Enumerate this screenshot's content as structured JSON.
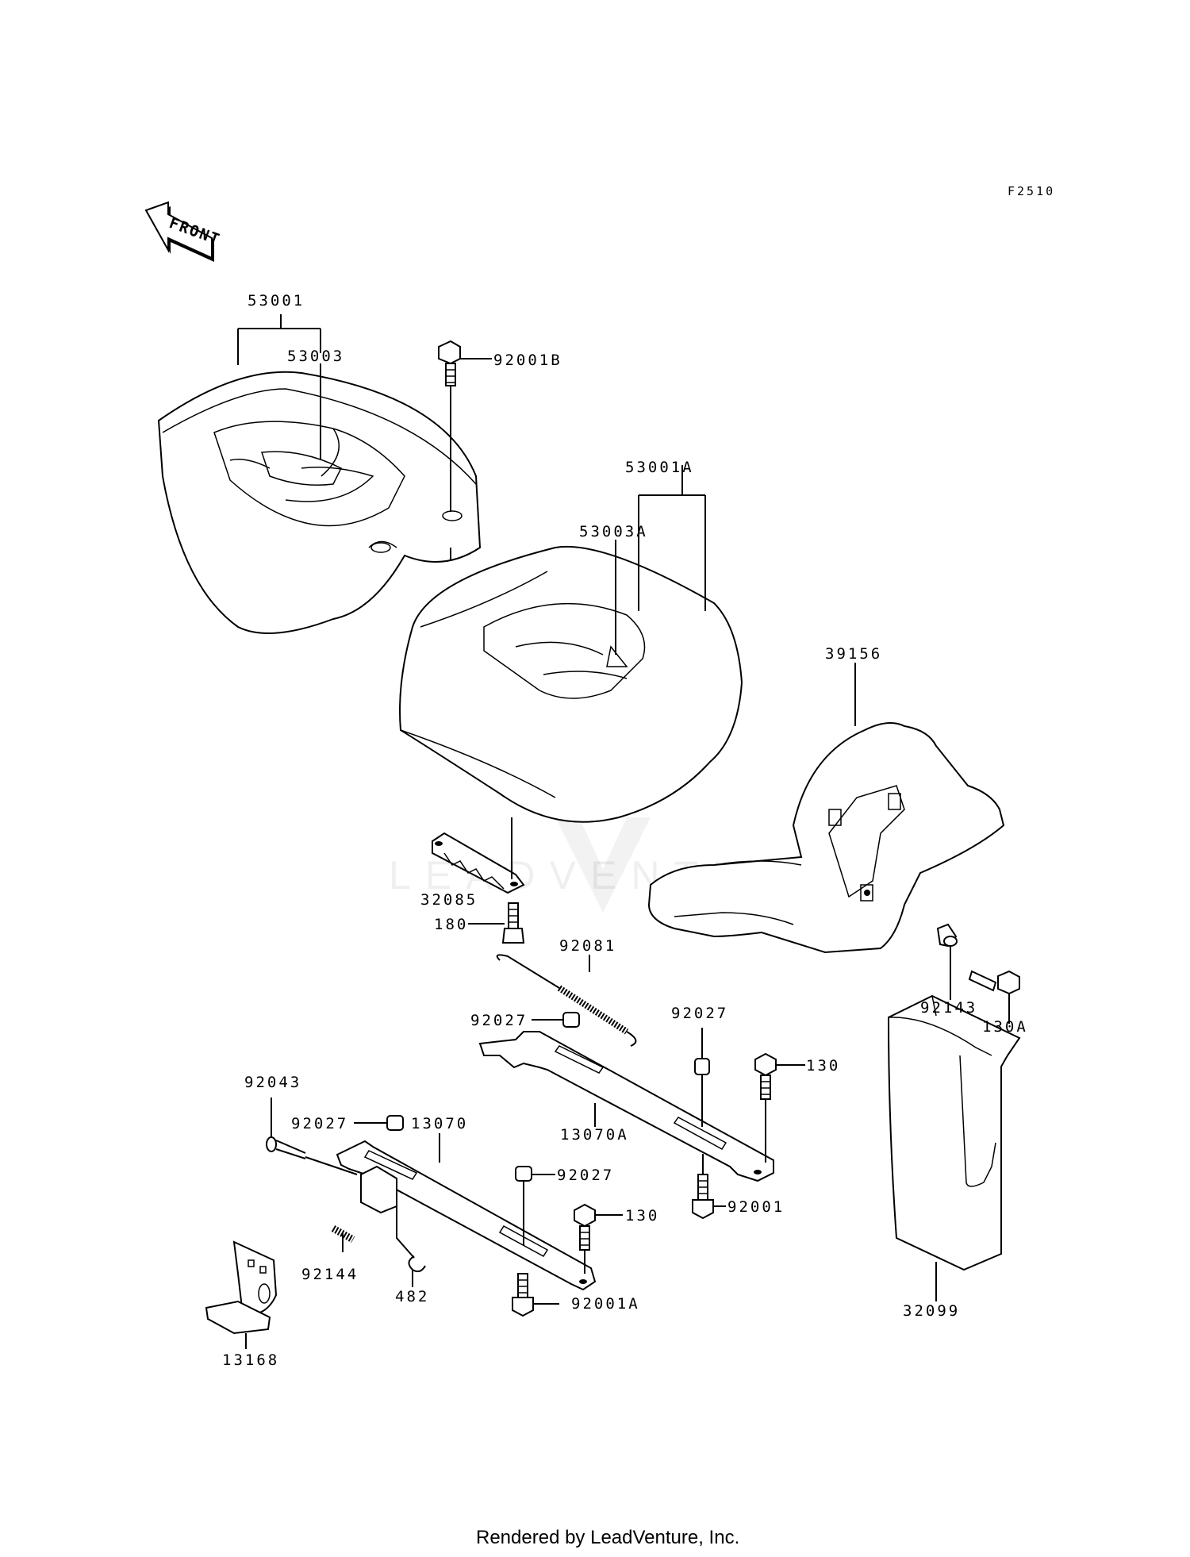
{
  "diagram_code": "F2510",
  "front_label": "FRONT",
  "watermark": "LEADVENTURE",
  "footer": "Rendered by LeadVenture, Inc.",
  "labels": {
    "p53001": "53001",
    "p53003": "53003",
    "p92001B": "92001B",
    "p53001A": "53001A",
    "p53003A": "53003A",
    "p39156": "39156",
    "p32085": "32085",
    "p180": "180",
    "p92081": "92081",
    "p92027_a": "92027",
    "p92027_b": "92027",
    "p92143": "92143",
    "p130A": "130A",
    "p130_a": "130",
    "p92043": "92043",
    "p92027_c": "92027",
    "p13070": "13070",
    "p13070A": "13070A",
    "p92027_d": "92027",
    "p130_b": "130",
    "p92001": "92001",
    "p92144": "92144",
    "p482": "482",
    "p92001A": "92001A",
    "p32099": "32099",
    "p13168": "13168"
  }
}
